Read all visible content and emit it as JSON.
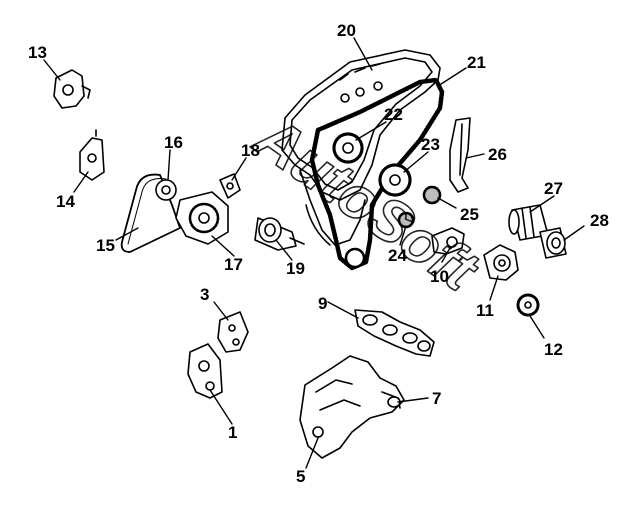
{
  "diagram": {
    "callouts": [
      {
        "id": "c1",
        "label": "1"
      },
      {
        "id": "c3",
        "label": "3"
      },
      {
        "id": "c5",
        "label": "5"
      },
      {
        "id": "c7",
        "label": "7"
      },
      {
        "id": "c9",
        "label": "9"
      },
      {
        "id": "c10",
        "label": "10"
      },
      {
        "id": "c11",
        "label": "11"
      },
      {
        "id": "c12",
        "label": "12"
      },
      {
        "id": "c13",
        "label": "13"
      },
      {
        "id": "c14",
        "label": "14"
      },
      {
        "id": "c15",
        "label": "15"
      },
      {
        "id": "c16",
        "label": "16"
      },
      {
        "id": "c17",
        "label": "17"
      },
      {
        "id": "c18",
        "label": "18"
      },
      {
        "id": "c19",
        "label": "19"
      },
      {
        "id": "c20",
        "label": "20"
      },
      {
        "id": "c21",
        "label": "21"
      },
      {
        "id": "c22",
        "label": "22"
      },
      {
        "id": "c23",
        "label": "23"
      },
      {
        "id": "c24",
        "label": "24"
      },
      {
        "id": "c25",
        "label": "25"
      },
      {
        "id": "c26",
        "label": "26"
      },
      {
        "id": "c27",
        "label": "27"
      },
      {
        "id": "c28",
        "label": "28"
      }
    ],
    "watermark": "AutoSoft"
  },
  "colors": {
    "line": "#000000",
    "background": "#ffffff",
    "fill": "#ffffff",
    "shade": "#bdbdbd"
  }
}
